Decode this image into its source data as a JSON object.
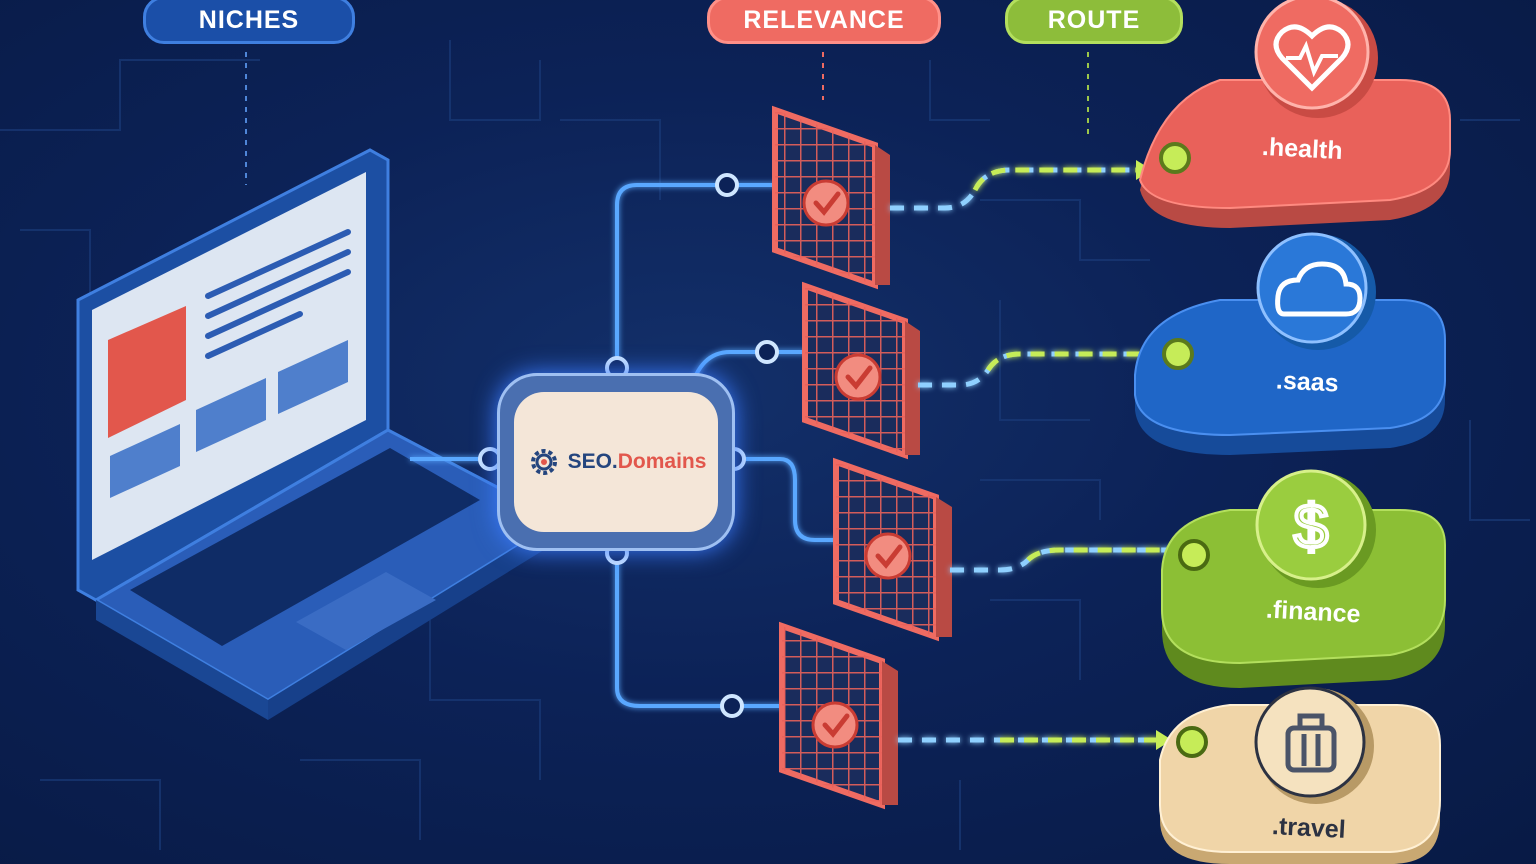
{
  "labels": {
    "niches": "NICHES",
    "relevance": "RELEVANCE",
    "route": "ROUTE"
  },
  "hub": {
    "brand_prefix": "SEO.",
    "brand_suffix": "Domains"
  },
  "destinations": [
    {
      "tld": ".health",
      "icon": "heart-pulse-icon",
      "color": "#e9615a"
    },
    {
      "tld": ".saas",
      "icon": "cloud-icon",
      "color": "#1f66c7"
    },
    {
      "tld": ".finance",
      "icon": "dollar-icon",
      "color": "#8cbf35"
    },
    {
      "tld": ".travel",
      "icon": "suitcase-icon",
      "color": "#f0d5a8"
    }
  ],
  "colors": {
    "background": "#0c2257",
    "connector": "#5aa8ff",
    "route_dash": "#c6ec58",
    "filter_red": "#ef6b62"
  }
}
